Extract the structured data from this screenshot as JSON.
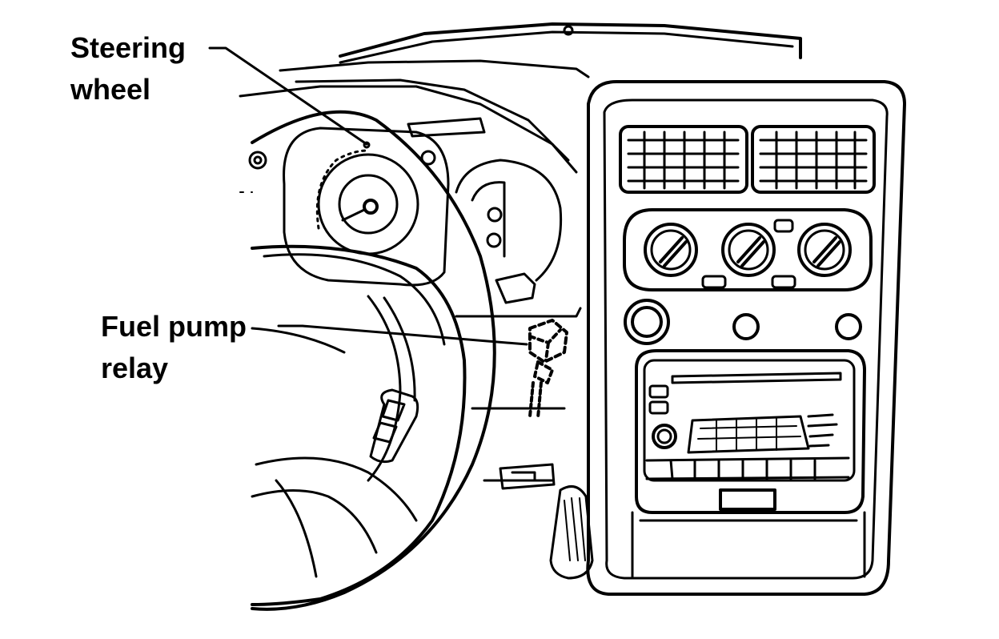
{
  "labels": {
    "steering_wheel": [
      "Steering",
      "wheel"
    ],
    "fuel_pump_relay": [
      "Fuel pump",
      "relay"
    ]
  },
  "colors": {
    "ink": "#000000",
    "background": "#ffffff"
  }
}
